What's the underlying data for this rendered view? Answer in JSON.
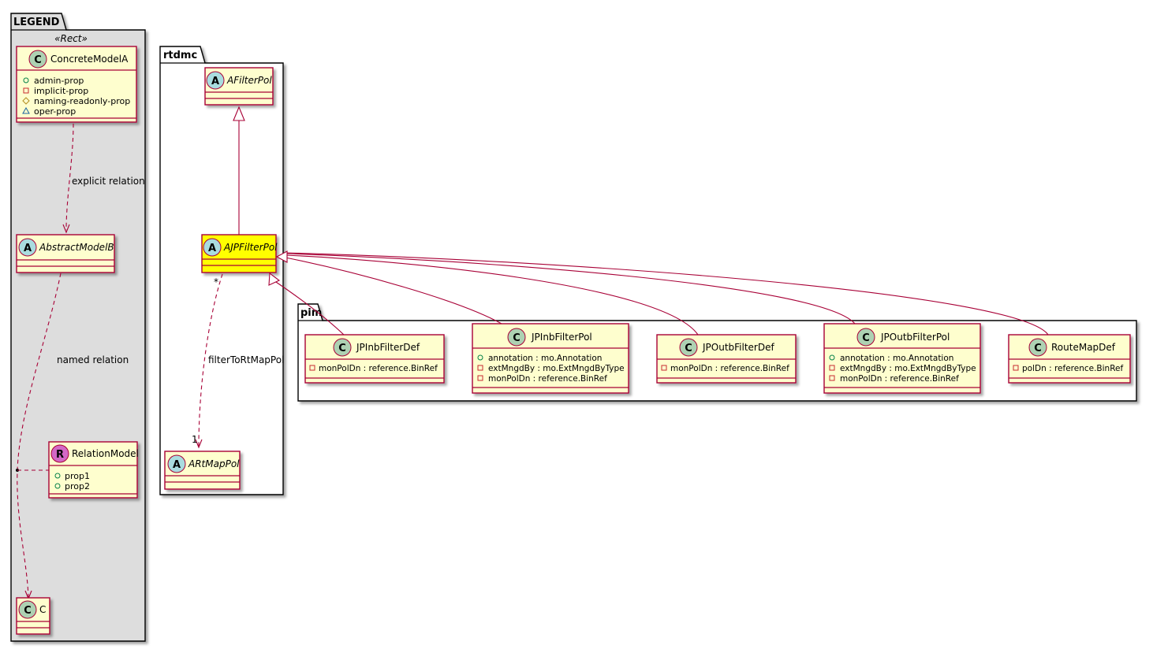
{
  "colors": {
    "border": "#A80036",
    "class_fill": "#FEFECE",
    "highlight_fill": "#FFFF00",
    "legend_fill": "#DDDDDD",
    "circle_class": "#ADD1B2",
    "circle_abstract": "#A9DCDF",
    "circle_relation": "#D368C6"
  },
  "legend": {
    "title": "LEGEND",
    "stereotype": "«Rect»",
    "concrete": {
      "letter": "C",
      "name": "ConcreteModelA",
      "attrs": [
        {
          "vis": "+",
          "icon": "public-icon",
          "text": "admin-prop"
        },
        {
          "vis": "-",
          "icon": "private-icon",
          "text": "implicit-prop"
        },
        {
          "vis": "#",
          "icon": "protected-icon",
          "text": "naming-readonly-prop"
        },
        {
          "vis": "~",
          "icon": "package-icon",
          "text": "oper-prop"
        }
      ]
    },
    "explicit_relation": "explicit relation",
    "abstract": {
      "letter": "A",
      "name": "AbstractModelB"
    },
    "named_relation": "named relation",
    "relation_model": {
      "letter": "R",
      "name": "RelationModel",
      "attrs": [
        {
          "vis": "+",
          "icon": "public-icon",
          "text": "prop1"
        },
        {
          "vis": "+",
          "icon": "public-icon",
          "text": "prop2"
        }
      ]
    },
    "c_class": {
      "letter": "C",
      "name": "C"
    }
  },
  "rtdmc": {
    "title": "rtdmc",
    "afilterpol": {
      "letter": "A",
      "name": "AFilterPol"
    },
    "ajpfilterpol": {
      "letter": "A",
      "name": "AJPFilterPol"
    },
    "artmappol": {
      "letter": "A",
      "name": "ARtMapPol"
    },
    "relation": {
      "label": "filterToRtMapPol",
      "source_mult": "*",
      "target_mult": "1"
    }
  },
  "pim": {
    "title": "pim",
    "classes": [
      {
        "letter": "C",
        "name": "JPInbFilterDef",
        "attrs": [
          {
            "vis": "-",
            "icon": "private-icon",
            "text": "monPolDn : reference.BinRef"
          }
        ]
      },
      {
        "letter": "C",
        "name": "JPInbFilterPol",
        "attrs": [
          {
            "vis": "+",
            "icon": "public-icon",
            "text": "annotation : mo.Annotation"
          },
          {
            "vis": "-",
            "icon": "private-icon",
            "text": "extMngdBy : mo.ExtMngdByType"
          },
          {
            "vis": "-",
            "icon": "private-icon",
            "text": "monPolDn : reference.BinRef"
          }
        ]
      },
      {
        "letter": "C",
        "name": "JPOutbFilterDef",
        "attrs": [
          {
            "vis": "-",
            "icon": "private-icon",
            "text": "monPolDn : reference.BinRef"
          }
        ]
      },
      {
        "letter": "C",
        "name": "JPOutbFilterPol",
        "attrs": [
          {
            "vis": "+",
            "icon": "public-icon",
            "text": "annotation : mo.Annotation"
          },
          {
            "vis": "-",
            "icon": "private-icon",
            "text": "extMngdBy : mo.ExtMngdByType"
          },
          {
            "vis": "-",
            "icon": "private-icon",
            "text": "monPolDn : reference.BinRef"
          }
        ]
      },
      {
        "letter": "C",
        "name": "RouteMapDef",
        "attrs": [
          {
            "vis": "-",
            "icon": "private-icon",
            "text": "polDn : reference.BinRef"
          }
        ]
      }
    ]
  }
}
